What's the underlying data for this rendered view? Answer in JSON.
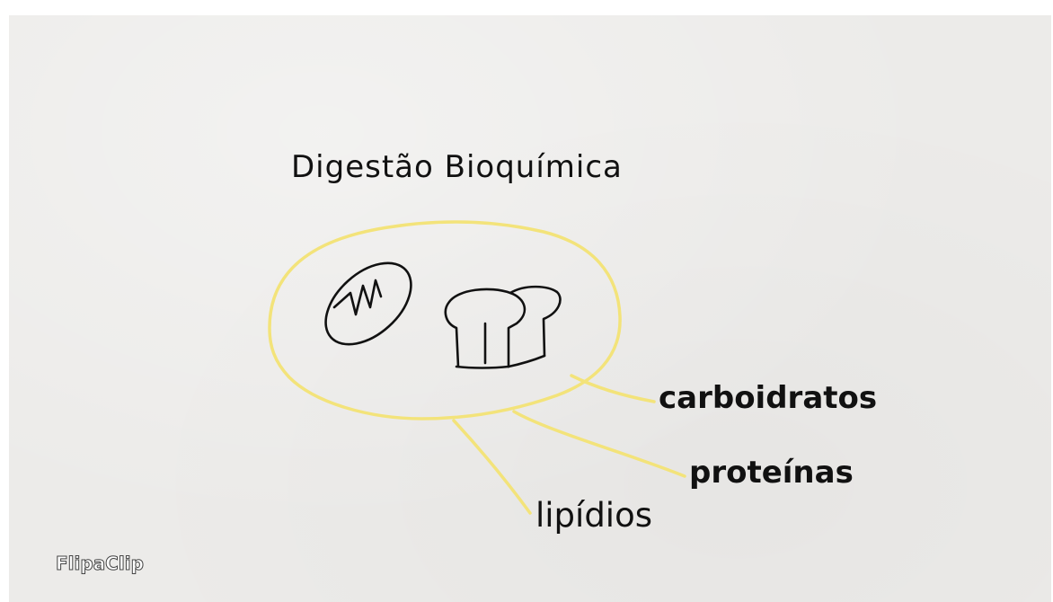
{
  "title": "Digestão Bioquímica",
  "labels": {
    "carbs": "carboidratos",
    "proteins": "proteínas",
    "lipids": "lipídios"
  },
  "watermark": "FlipaClip",
  "colors": {
    "background": "#ecebe9",
    "ink": "#111111",
    "highlight": "#f3e37a"
  },
  "icons": [
    "bread-roll-icon",
    "bread-loaf-icon"
  ]
}
